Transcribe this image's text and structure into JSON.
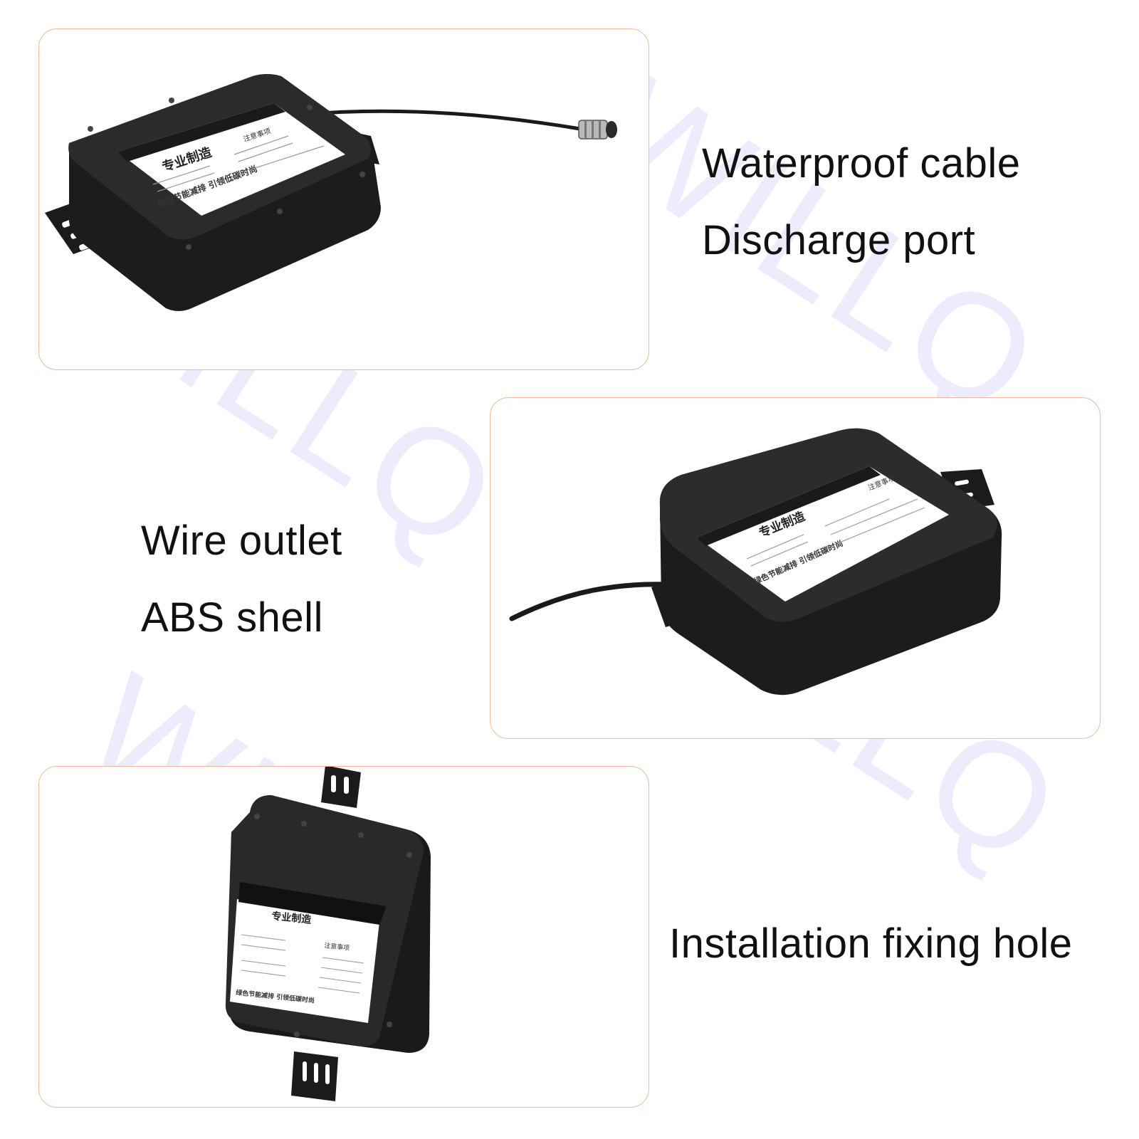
{
  "captions": {
    "panel1_line1": "Waterproof cable",
    "panel1_line2": "Discharge port",
    "panel2_line1": "Wire outlet",
    "panel2_line2": "ABS shell",
    "panel3_line1": "Installation fixing hole"
  },
  "watermark": {
    "text": "WILLQ",
    "color": "#7c7cf0"
  },
  "label": {
    "heading": "专业制造",
    "notice_title": "注意事项",
    "slogan": "绿色节能减排 引领低碳时尚"
  },
  "colors": {
    "panel_border": "#f2b89d",
    "device_body": "#1f1f21",
    "device_top": "#2a2a2c",
    "label_bg": "#ffffff",
    "caption_text": "#111111"
  }
}
